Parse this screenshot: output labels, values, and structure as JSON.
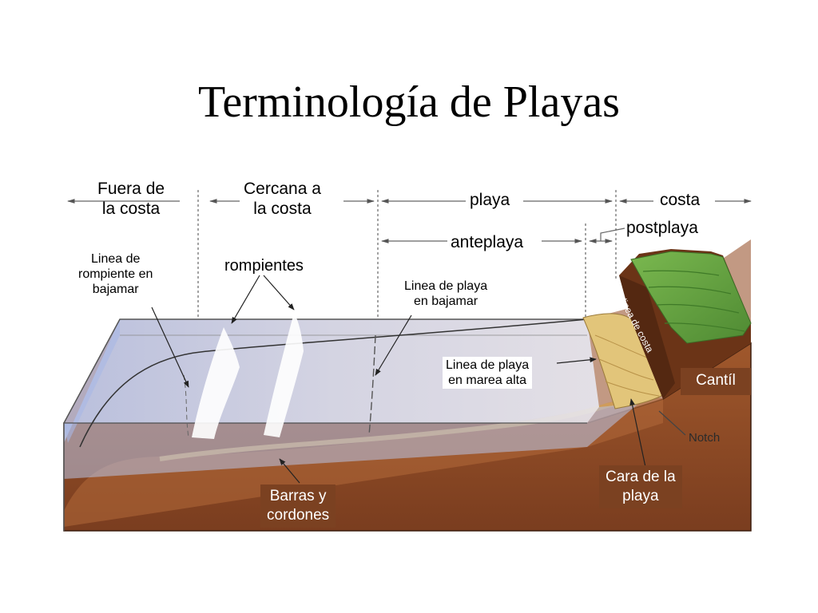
{
  "slide": {
    "title": "Terminología de Playas"
  },
  "zones": {
    "offshore": "Fuera de\nla costa",
    "nearshore": "Cercana a\nla costa",
    "beach": "playa",
    "coast": "costa",
    "foreshore": "anteplaya",
    "backshore": "postplaya"
  },
  "labels": {
    "low_tide_breaker_line": "Linea de\nrompiente en\nbajamar",
    "breakers": "rompientes",
    "low_tide_shoreline": "Linea de playa\nen bajamar",
    "high_tide_shoreline": "Linea de playa\nen marea alta",
    "coastline": "linea de costa",
    "cliff": "Cantíl",
    "notch": "Notch",
    "beach_face": "Cara de la\nplaya",
    "bars": "Barras y\ncordones"
  },
  "colors": {
    "water": "#c9d4ee",
    "sediment": "#8a4a27",
    "sand": "#d7bb6a",
    "cliff_grass": "#6aa344",
    "label_box": "#7b4121"
  }
}
